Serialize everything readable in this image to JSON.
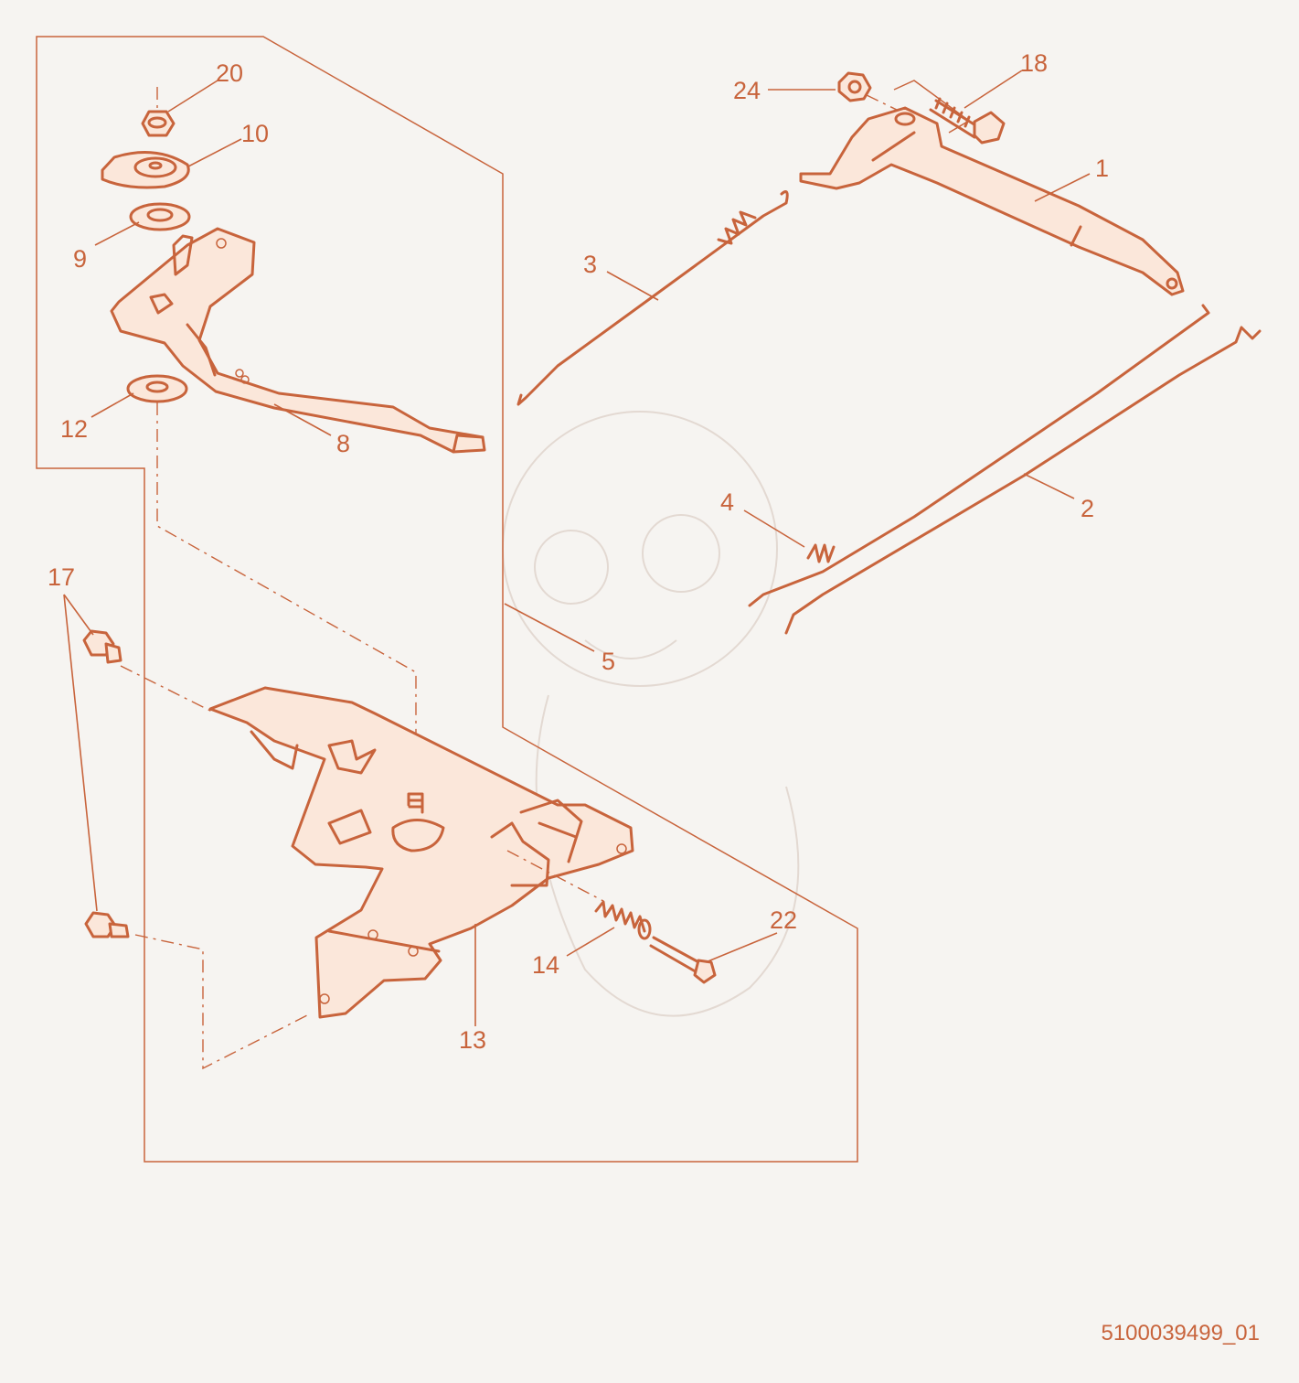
{
  "labels": {
    "p1": "1",
    "p2": "2",
    "p3": "3",
    "p4": "4",
    "p5": "5",
    "p8": "8",
    "p9": "9",
    "p10": "10",
    "p12": "12",
    "p13": "13",
    "p14": "14",
    "p17": "17",
    "p18": "18",
    "p20": "20",
    "p22": "22",
    "p24": "24"
  },
  "document_number": "5100039499_01",
  "colors": {
    "line": "#c8643c",
    "background": "#f6f4f1"
  }
}
